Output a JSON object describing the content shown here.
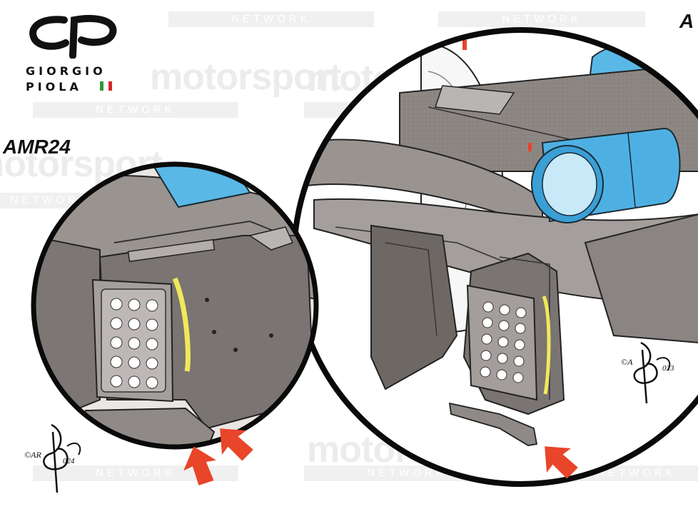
{
  "brand": {
    "line1": "GIORGIO",
    "line2": "PIOLA",
    "flag_colors": [
      "#2a9d3a",
      "#ffffff",
      "#d7262a"
    ]
  },
  "watermark": {
    "word": "motorsport",
    "network": "NETWORK"
  },
  "labels": {
    "left": "AMR24",
    "right": "A"
  },
  "signature": {
    "left": "©AR",
    "left_year": "024",
    "right": "©A",
    "right_year": "023"
  },
  "colors": {
    "accent_arrow": "#e8452a",
    "highlight_yellow": "#f2e85a",
    "part_blue": "#5ab8e6",
    "carbon": "#6a6563",
    "outline": "#111111"
  },
  "icons": [
    "giorgio-piola-logo-icon",
    "italian-flag-icon",
    "arrow-icon",
    "signature-icon"
  ]
}
